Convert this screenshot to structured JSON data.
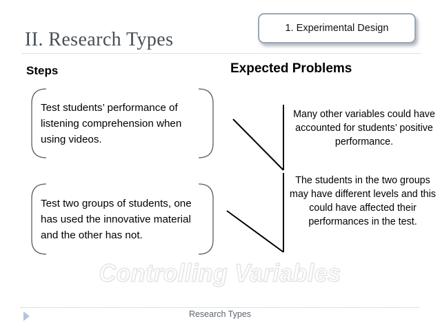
{
  "slide": {
    "title": "II. Research Types",
    "callout": "1. Experimental Design",
    "wordart": "Controlling Variables"
  },
  "columns": {
    "left_header": "Steps",
    "right_header": "Expected Problems"
  },
  "steps": [
    {
      "id": "step-1",
      "text": "Test students’ performance of listening comprehension when using videos."
    },
    {
      "id": "step-2",
      "text": "Test two groups of students, one has used the innovative material and the other has not."
    }
  ],
  "problems": [
    {
      "id": "problem-1",
      "text": "Many other variables could have accounted for students’ positive performance."
    },
    {
      "id": "problem-2",
      "text": "The students in the two groups may have different levels and this could have affected their performances in the test."
    }
  ],
  "footer": {
    "label": "Research Types",
    "marker_icon": "play-triangle-icon"
  },
  "colors": {
    "title": "#474f55",
    "callout_border": "#9aa7b4",
    "connector": "#000000",
    "footer_marker": "#b6c3da",
    "footer_text": "#5d646e",
    "rule": "#bfc4ca",
    "wordart_outline": "#e3e3e3"
  }
}
